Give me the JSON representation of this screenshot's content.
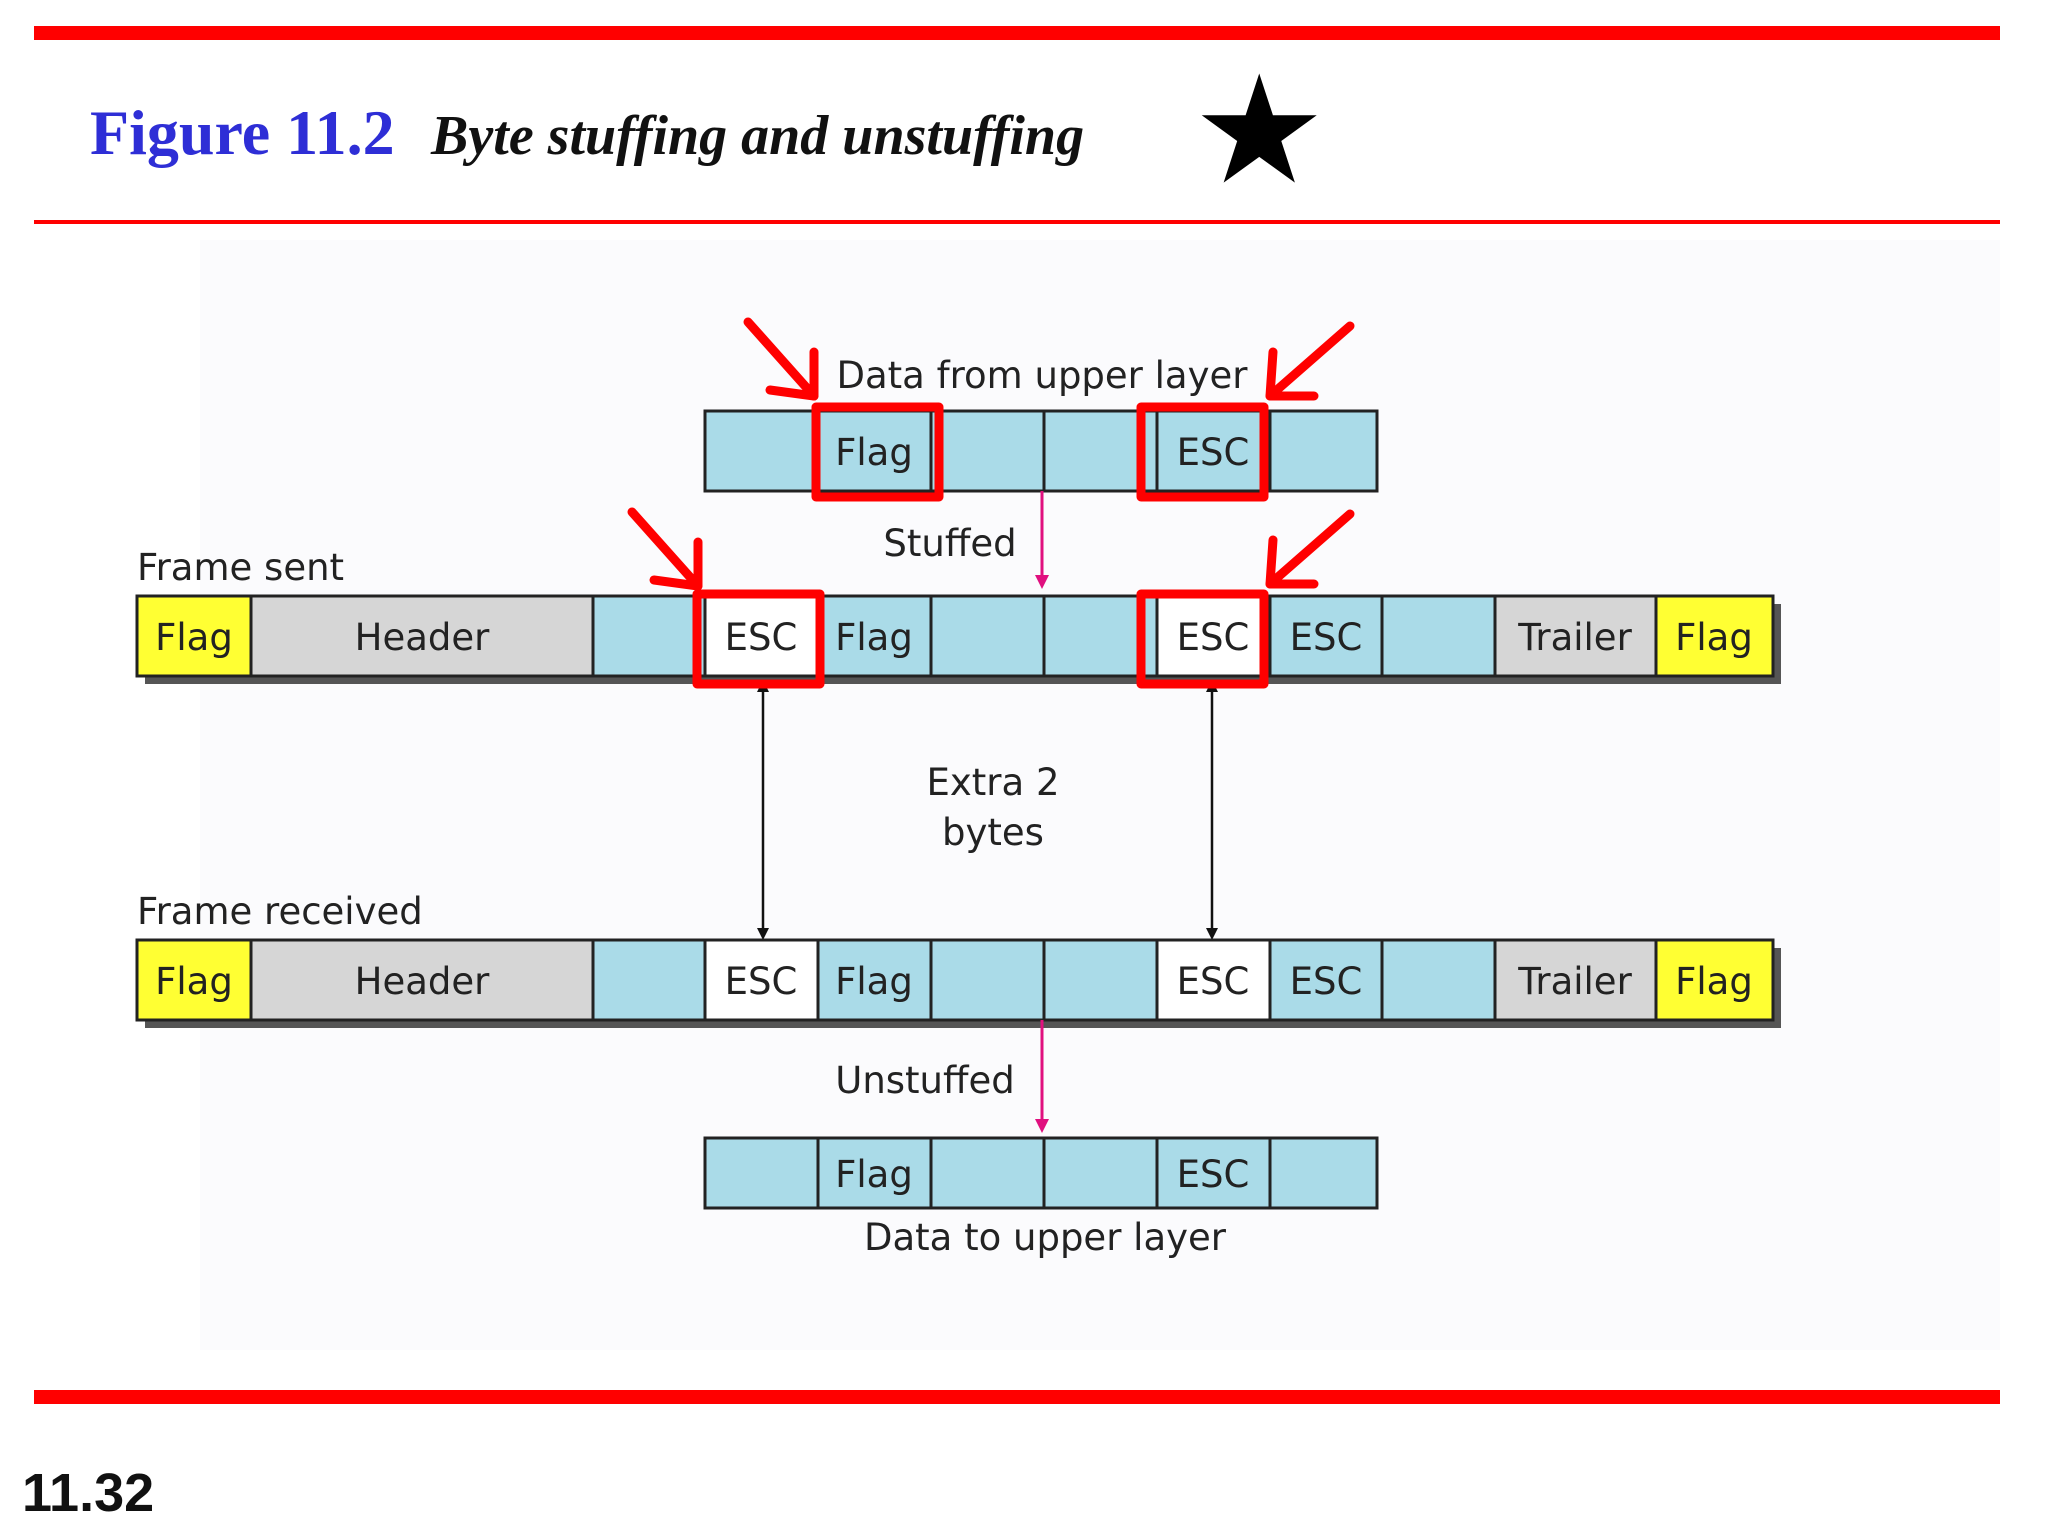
{
  "slide": {
    "figure_label": "Figure 11.2",
    "caption": "Byte stuffing and unstuffing",
    "star_glyph": "★",
    "page_number": "11.32"
  },
  "colors": {
    "rule": "#ff0000",
    "title_blue": "#2e2ed6",
    "data_cell": "#aadbe8",
    "flag_cell": "#ffff33",
    "header_cell": "#d6d6d6",
    "esc_stuffed": "#ffffff",
    "stuff_arrow": "#e0107f",
    "highlight": "#ff0000"
  },
  "diagram": {
    "top_label": "Data from upper layer",
    "stuffed_label": "Stuffed",
    "frame_sent_label": "Frame sent",
    "extra_line1": "Extra 2",
    "extra_line2": "bytes",
    "frame_received_label": "Frame received",
    "unstuffed_label": "Unstuffed",
    "bottom_label": "Data to upper layer",
    "data_bytes": [
      "",
      "Flag",
      "",
      "",
      "ESC",
      ""
    ],
    "frame_bytes": [
      "Flag",
      "Header",
      "",
      "ESC",
      "Flag",
      "",
      "",
      "ESC",
      "ESC",
      "",
      "Trailer",
      "Flag"
    ]
  }
}
